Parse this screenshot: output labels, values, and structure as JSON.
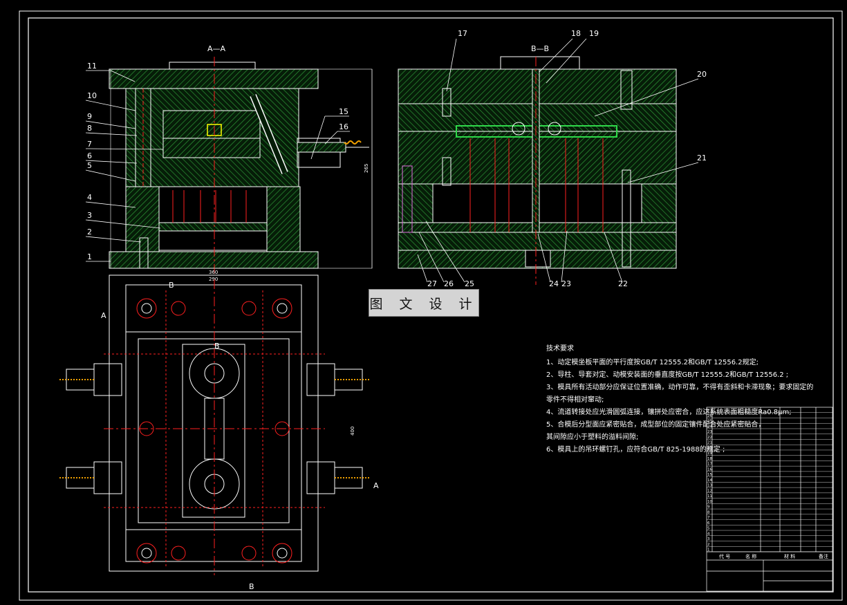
{
  "sections": {
    "section_aa": "A—A",
    "section_bb": "B—B",
    "mark_a": "A",
    "mark_b": "B"
  },
  "part_numbers_left": [
    "11",
    "10",
    "9",
    "8",
    "7",
    "6",
    "5",
    "4",
    "3",
    "2",
    "1"
  ],
  "part_numbers_mid": [
    "15",
    "16"
  ],
  "part_numbers_right_top": [
    "17",
    "18",
    "19",
    "20",
    "21"
  ],
  "part_numbers_right_bottom": [
    "27",
    "26",
    "25",
    "24",
    "23",
    "22"
  ],
  "dimensions": {
    "width_360": "360",
    "width_290": "290",
    "height_400": "400",
    "height_265": "265"
  },
  "watermark": "图 文 设 计",
  "technical_requirements": {
    "title": "技术要求",
    "items": [
      "1、动定模坐板平面的平行度按GB/T 12555.2和GB/T 12556.2规定;",
      "2、导柱、导套对定、动模安装面的垂直度按GB/T 12555.2和GB/T 12556.2 ;",
      "3、模具所有活动部分应保证位置准确，动作可靠，不得有歪斜和卡滞现象；要求固定的",
      "   零件不得相对窜动;",
      "4、流道转接处应光滑圆弧连接，镶拼处应密合，应达系统表面粗糙度Ra0.8μm;",
      "5、合模后分型面应紧密贴合，成型部位的固定镶件配合处应紧密贴合，",
      "   其间隙应小于塑料的溢料间隙;",
      "6、模具上的吊环螺钉孔，应符合GB/T 825-1988的规定 ;"
    ]
  },
  "title_block": {
    "col_code": "代 号",
    "col_name": "名 称",
    "col_material": "材 料",
    "col_note": "备注",
    "row_numbers": [
      "27",
      "26",
      "25",
      "24",
      "23",
      "22",
      "21",
      "20",
      "19",
      "18",
      "17",
      "16",
      "15",
      "14",
      "13",
      "12",
      "11",
      "10",
      "9",
      "8",
      "7",
      "6",
      "5",
      "4",
      "3",
      "2",
      "1"
    ]
  },
  "colors": {
    "background": "#000000",
    "outline": "#ffffff",
    "hatch": "#2f9e3a",
    "centerline": "#ff2020",
    "part_steel": "#f0f000",
    "pin": "#e070e0"
  }
}
